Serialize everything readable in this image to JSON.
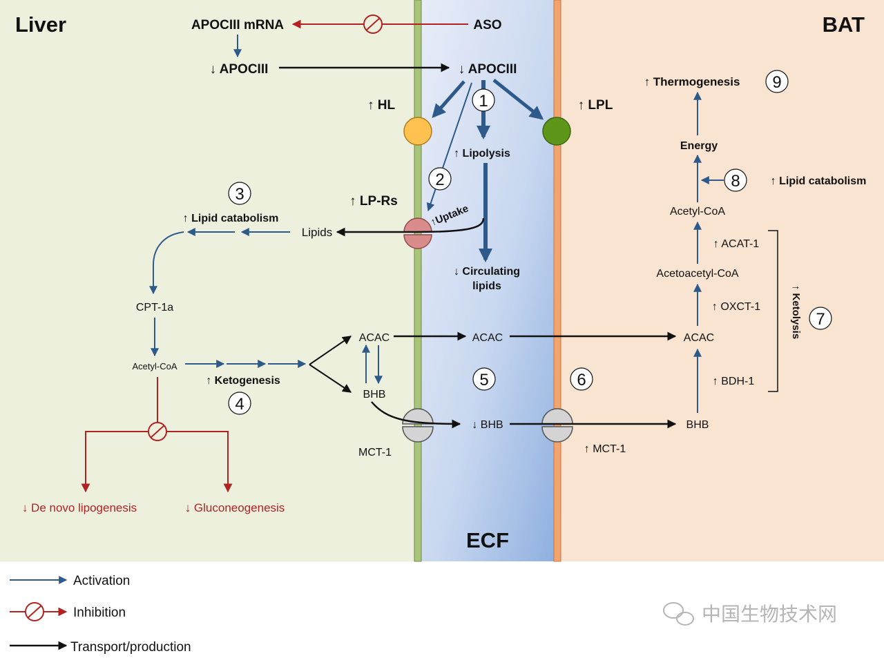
{
  "regions": {
    "liver": "Liver",
    "bat": "BAT",
    "ecf": "ECF"
  },
  "liver": {
    "apociii_mrna": "APOCIII mRNA",
    "apociii": "↓ APOCIII",
    "hl": "↑ HL",
    "lp_rs": "↑ LP-Rs",
    "lipid_catabolism": "↑ Lipid catabolism",
    "lipids": "Lipids",
    "cpt1a": "CPT-1a",
    "acetyl_coa": "Acetyl-CoA",
    "ketogenesis": "↑ Ketogenesis",
    "acac": "ACAC",
    "bhb": "BHB",
    "mct1": "MCT-1",
    "de_novo_lipogenesis": "↓ De novo lipogenesis",
    "gluconeogenesis": "↓ Gluconeogenesis"
  },
  "ecf": {
    "aso": "ASO",
    "apociii": "↓ APOCIII",
    "lipolysis": "↑ Lipolysis",
    "uptake": "↑Uptake",
    "circulating_line1": "↓ Circulating",
    "circulating_line2": "lipids",
    "acac": "ACAC",
    "bhb": "↓ BHB"
  },
  "bat": {
    "lpl": "↑ LPL",
    "thermogenesis": "↑  Thermogenesis",
    "energy": "Energy",
    "lipid_catabolism": "↑ Lipid catabolism",
    "acetyl_coa": "Acetyl-CoA",
    "acat1": "↑ ACAT-1",
    "acetoacetyl_coa": "Acetoacetyl-CoA",
    "oxct1": "↑ OXCT-1",
    "ketolysis": "↑ Ketolysis",
    "acac": "ACAC",
    "bdh1": "↑ BDH-1",
    "bhb": "BHB",
    "mct1": "↑ MCT-1"
  },
  "steps": [
    "1",
    "2",
    "3",
    "4",
    "5",
    "6",
    "7",
    "8",
    "9"
  ],
  "legend": {
    "activation": "Activation",
    "inhibition": "Inhibition",
    "transport": "Transport/production"
  },
  "watermark": "中国生物技术网",
  "colors": {
    "liver_bg": "#ecf0dd",
    "bat_bg": "#f8e4d0",
    "ecf_bg": "#c7d6ee",
    "liver_membrane": "#a9c57a",
    "bat_membrane": "#f2a46f",
    "activation": "#2d5a8a",
    "inhibition": "#b22222",
    "transport": "#111111",
    "hl": "#ffc14f",
    "lpl": "#5e9619",
    "lp_rs": "#d98c8c",
    "mct": "#d4d4d4"
  }
}
